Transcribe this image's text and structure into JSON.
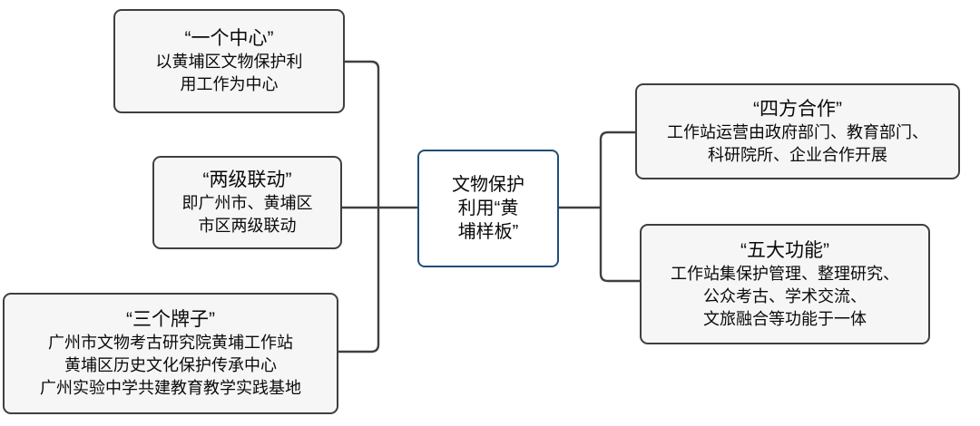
{
  "diagram": {
    "center": {
      "text": "文物保护\n利用“黄\n埔样板”"
    },
    "left_nodes": [
      {
        "title": "“一个中心”",
        "body": "以黄埔区文物保护利\n用工作为中心"
      },
      {
        "title": "“两级联动”",
        "body": "即广州市、黄埔区\n市区两级联动"
      },
      {
        "title": "“三个牌子”",
        "body": "广州市文物考古研究院黄埔工作站\n黄埔区历史文化保护传承中心\n广州实验中学共建教育教学实践基地"
      }
    ],
    "right_nodes": [
      {
        "title": "“四方合作”",
        "body": "工作站运营由政府部门、教育部门、\n科研院所、企业合作开展"
      },
      {
        "title": "“五大功能”",
        "body": "工作站集保护管理、整理研究、\n公众考古、学术交流、\n文旅融合等功能于一体"
      }
    ],
    "colors": {
      "center_border": "#1F4E79",
      "node_border": "#3F3F3F",
      "connector": "#404040",
      "node_fill": "#F6F6F6"
    }
  }
}
